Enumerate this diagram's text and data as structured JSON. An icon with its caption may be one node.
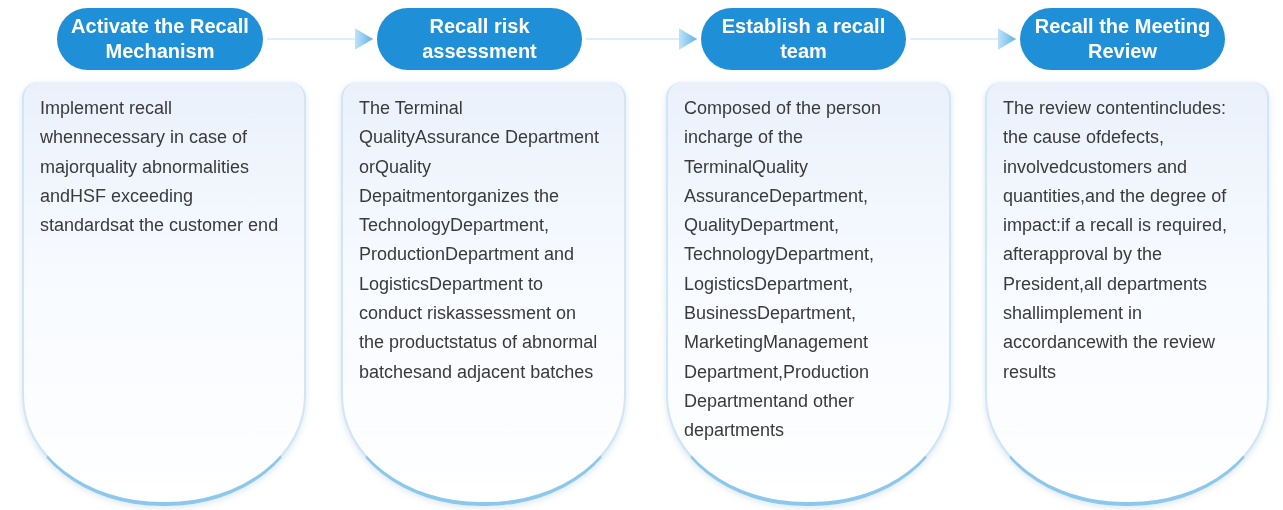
{
  "diagram": {
    "nodes": [
      {
        "text": [
          "Activate the Recall Mechanism"
        ]
      },
      {
        "text": [
          "Implement recall whennecessary in case of majorquality abnormalities andHSF exceeding standardsat the customer end"
        ]
      },
      {
        "text": [
          "Recall risk assessment"
        ]
      },
      {
        "text": [
          "The Terminal QualityAssurance Department orQuality Depaitmentorganizes the TechnologyDepartment, ProductionDepartment and LogisticsDepartment to conduct riskassessment on the productstatus of abnormal batchesand adjacent batches"
        ]
      },
      {
        "text": [
          "Establish a recall team"
        ]
      },
      {
        "text": [
          "Composed of the person incharge of the TerminalQuality AssuranceDepartment, QualityDepartment, TechnologyDepartment, LogisticsDepartment, BusinessDepartment, MarketingManagement Department,Production Departmentand other departments"
        ]
      },
      {
        "text": [
          "Recall the Meeting Review"
        ]
      },
      {
        "text": [
          "The review contentincludes: the cause ofdefects, involvedcustomers and quantities,and the degree of impact:if a recall is required, afterapproval by the President,all departments shallimplement in accordancewith the review results"
        ]
      }
    ],
    "edges": [
      {
        "from": 0,
        "to": 2,
        "arrow": "to"
      },
      {
        "from": 2,
        "to": 4,
        "arrow": "to"
      },
      {
        "from": 4,
        "to": 6,
        "arrow": "to"
      }
    ]
  }
}
